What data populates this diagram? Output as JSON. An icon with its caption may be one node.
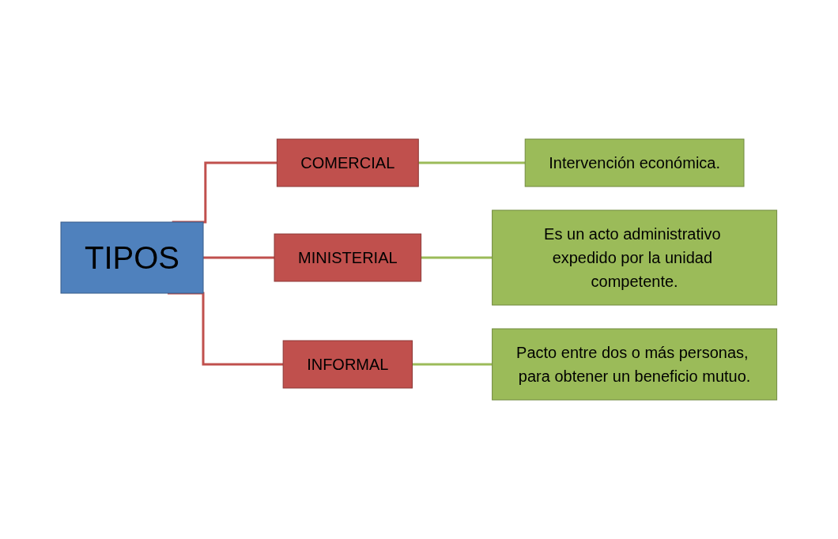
{
  "diagram": {
    "nodes": [
      {
        "text": [
          "TIPOS"
        ]
      },
      {
        "text": [
          "COMERCIAL"
        ]
      },
      {
        "text": [
          "MINISTERIAL"
        ]
      },
      {
        "text": [
          "INFORMAL"
        ]
      },
      {
        "text": [
          "Intervención económica."
        ]
      },
      {
        "text": [
          "Es un acto administrativo expedido por la unidad competente."
        ]
      },
      {
        "text": [
          "Pacto entre dos o más personas, para obtener un beneficio mutuo."
        ]
      }
    ],
    "edges": [
      {
        "from": 0,
        "to": 1,
        "arrow": "none",
        "color": "#c0504d"
      },
      {
        "from": 0,
        "to": 2,
        "arrow": "none",
        "color": "#c0504d"
      },
      {
        "from": 0,
        "to": 3,
        "arrow": "none",
        "color": "#c0504d"
      },
      {
        "from": 1,
        "to": 4,
        "arrow": "none",
        "color": "#9bbb59"
      },
      {
        "from": 2,
        "to": 5,
        "arrow": "none",
        "color": "#9bbb59"
      },
      {
        "from": 3,
        "to": 6,
        "arrow": "none",
        "color": "#9bbb59"
      }
    ]
  }
}
